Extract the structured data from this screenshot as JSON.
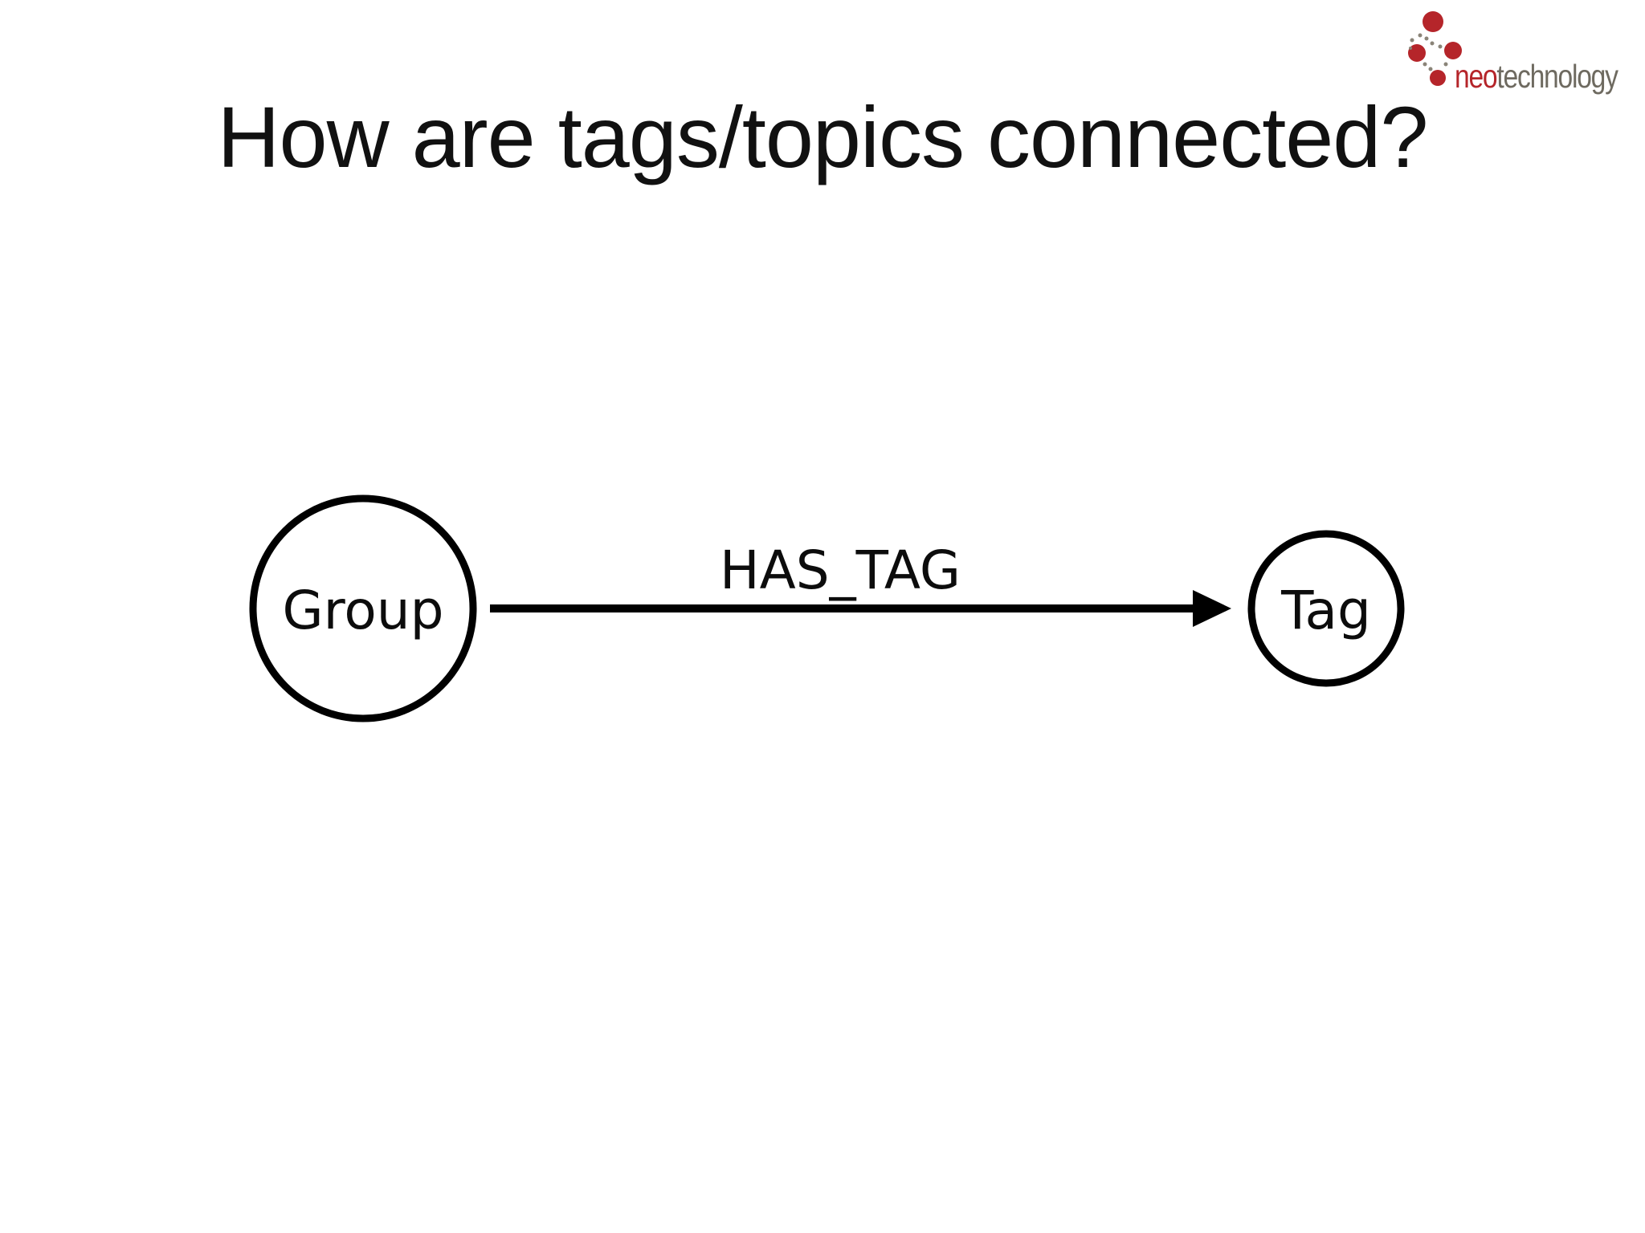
{
  "slide": {
    "title": "How are tags/topics connected?"
  },
  "logo": {
    "brand_prefix": "neo",
    "brand_suffix": "technology",
    "accent_color": "#b5252a",
    "secondary_color": "#6e6a60"
  },
  "diagram": {
    "nodes": [
      {
        "id": "group",
        "label": "Group"
      },
      {
        "id": "tag",
        "label": "Tag"
      }
    ],
    "edges": [
      {
        "from": "group",
        "to": "tag",
        "label": "HAS_TAG"
      }
    ]
  }
}
